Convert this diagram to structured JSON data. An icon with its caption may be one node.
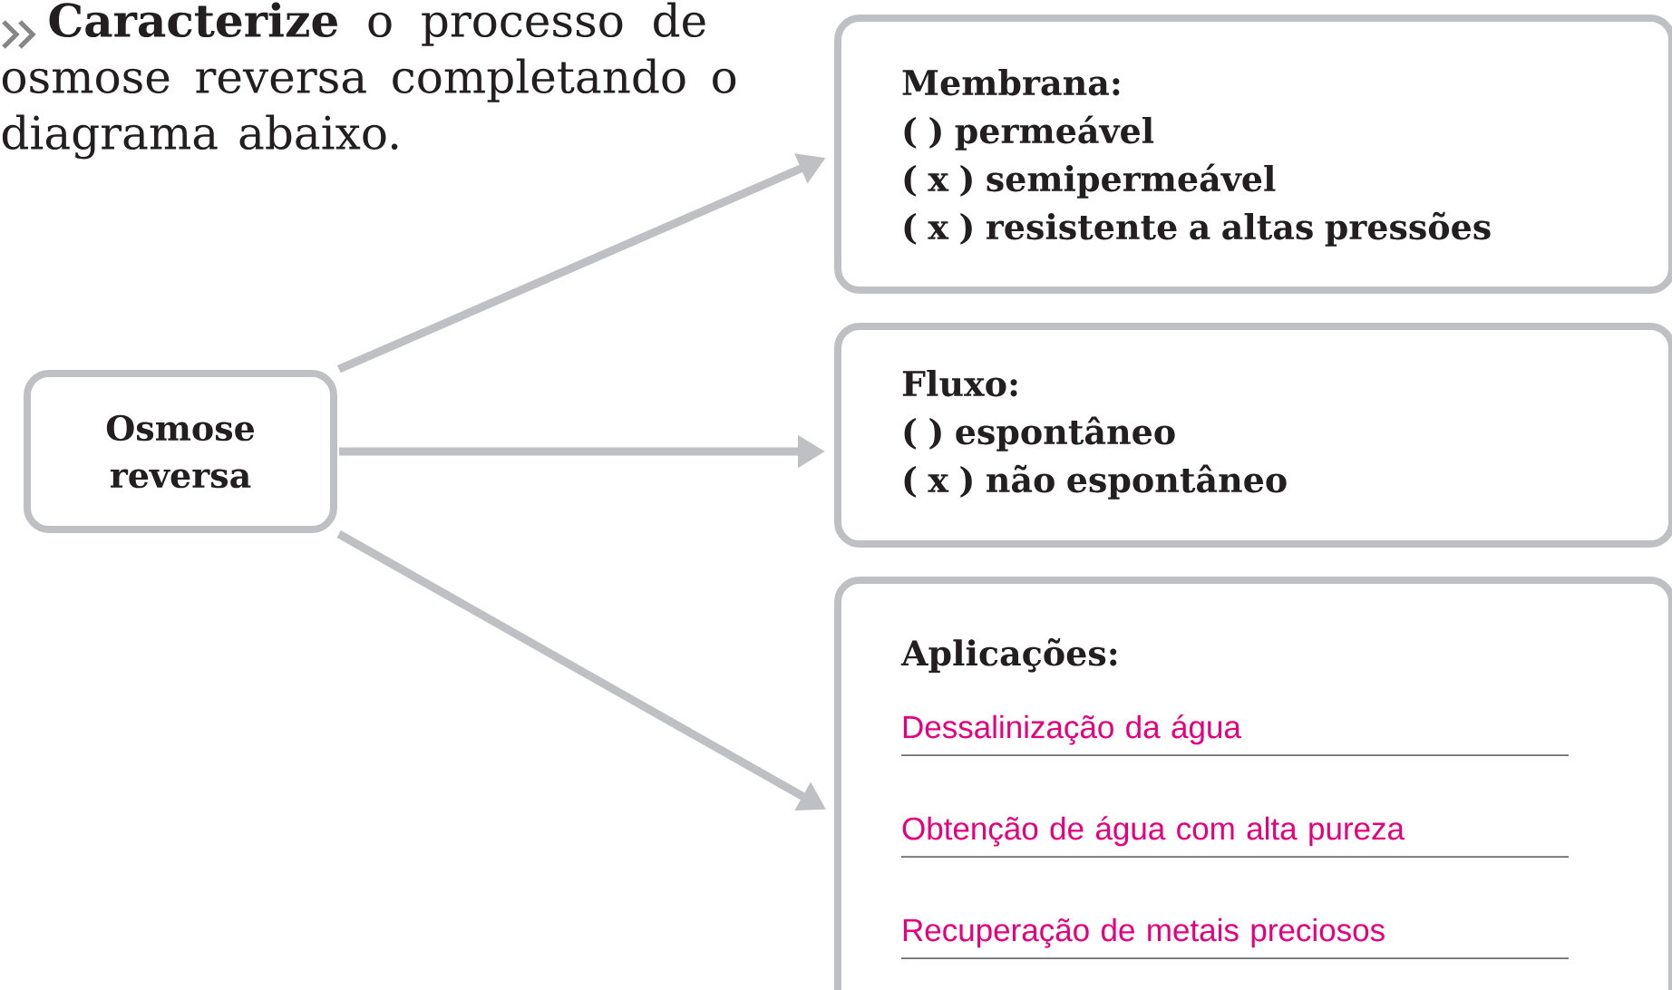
{
  "diagram": {
    "title": "**Caracterize** o processo de osmose reversa completando o diagrama abaixo.",
    "nodes": [
      {
        "text": [
          "Osmose reversa"
        ]
      },
      {
        "text": [
          "Membrana:",
          "( ) permeável",
          "( x ) semipermeável",
          "( x ) resistente a altas pressões"
        ]
      },
      {
        "text": [
          "Fluxo:",
          "( ) espontâneo",
          "( x ) não espontâneo"
        ]
      },
      {
        "text": [
          "Aplicações:",
          "Dessalinização da água",
          "Obtenção de água com alta pureza",
          "Recuperação de metais preciosos"
        ]
      }
    ],
    "edges": [
      {
        "from": 0,
        "to": 1,
        "arrow": "to"
      },
      {
        "from": 0,
        "to": 2,
        "arrow": "to"
      },
      {
        "from": 0,
        "to": 3,
        "arrow": "to"
      }
    ]
  }
}
